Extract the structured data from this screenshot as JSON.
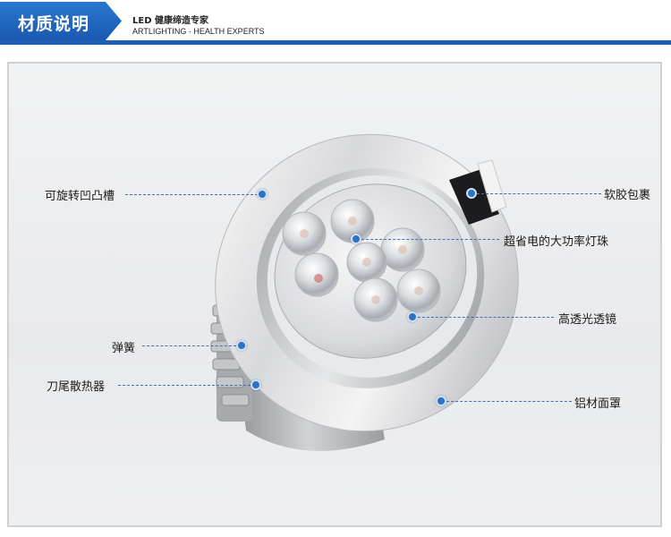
{
  "header": {
    "title": "材质说明",
    "brand_line1": "LED 健康缔造专家",
    "brand_line2": "ARTLIGHTING · HEALTH EXPERTS",
    "accent_color": "#1d5fb3"
  },
  "product": {
    "image_name": "led-downlight-photo",
    "callouts": {
      "rotatable_groove": "可旋转凹凸槽",
      "soft_rubber_wrap": "软胶包裹",
      "led_beads": "超省电的大功率灯珠",
      "lens": "高透光透镜",
      "spring": "弹簧",
      "heat_sink": "刀尾散热器",
      "aluminum_cover": "铝材面罩"
    }
  }
}
